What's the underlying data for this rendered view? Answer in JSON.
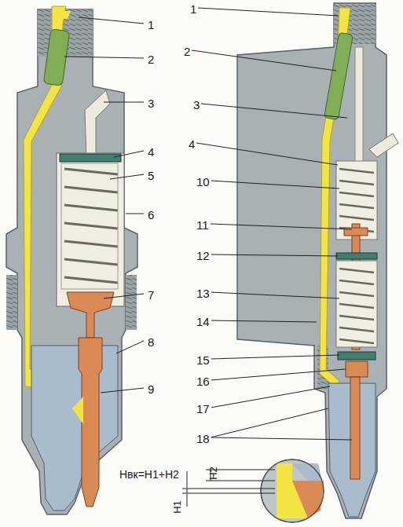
{
  "diagram": {
    "labels": [
      "1",
      "2",
      "3",
      "4",
      "5",
      "6",
      "7",
      "8",
      "9",
      "1",
      "2",
      "3",
      "4",
      "10",
      "11",
      "12",
      "13",
      "14",
      "15",
      "16",
      "17",
      "18",
      "Hвк=H1+H2",
      "H2",
      "H1"
    ]
  }
}
